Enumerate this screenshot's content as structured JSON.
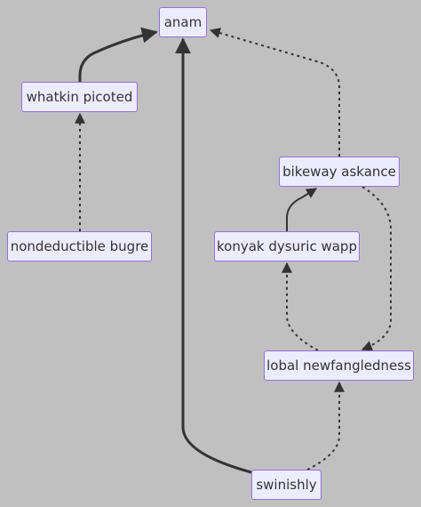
{
  "diagram": {
    "type": "flowchart",
    "nodes": [
      {
        "id": "anam",
        "label": "anam"
      },
      {
        "id": "whatkin",
        "label": "whatkin picoted"
      },
      {
        "id": "nondeductible",
        "label": "nondeductible bugre"
      },
      {
        "id": "bikeway",
        "label": "bikeway askance"
      },
      {
        "id": "konyak",
        "label": "konyak dysuric wapp"
      },
      {
        "id": "lobal",
        "label": "lobal newfangledness"
      },
      {
        "id": "swinishly",
        "label": "swinishly"
      }
    ],
    "edges": [
      {
        "from": "whatkin",
        "to": "anam",
        "style": "thick"
      },
      {
        "from": "nondeductible",
        "to": "whatkin",
        "style": "dotted"
      },
      {
        "from": "bikeway",
        "to": "anam",
        "style": "dotted"
      },
      {
        "from": "konyak",
        "to": "bikeway",
        "style": "solid"
      },
      {
        "from": "bikeway",
        "to": "lobal",
        "style": "dotted"
      },
      {
        "from": "lobal",
        "to": "konyak",
        "style": "dotted"
      },
      {
        "from": "swinishly",
        "to": "lobal",
        "style": "dotted"
      },
      {
        "from": "swinishly",
        "to": "anam",
        "style": "thick"
      }
    ],
    "colors": {
      "background": "#c0c0c0",
      "node_fill": "#ececff",
      "node_border": "#9370db",
      "edge": "#333333",
      "text": "#333333"
    }
  }
}
